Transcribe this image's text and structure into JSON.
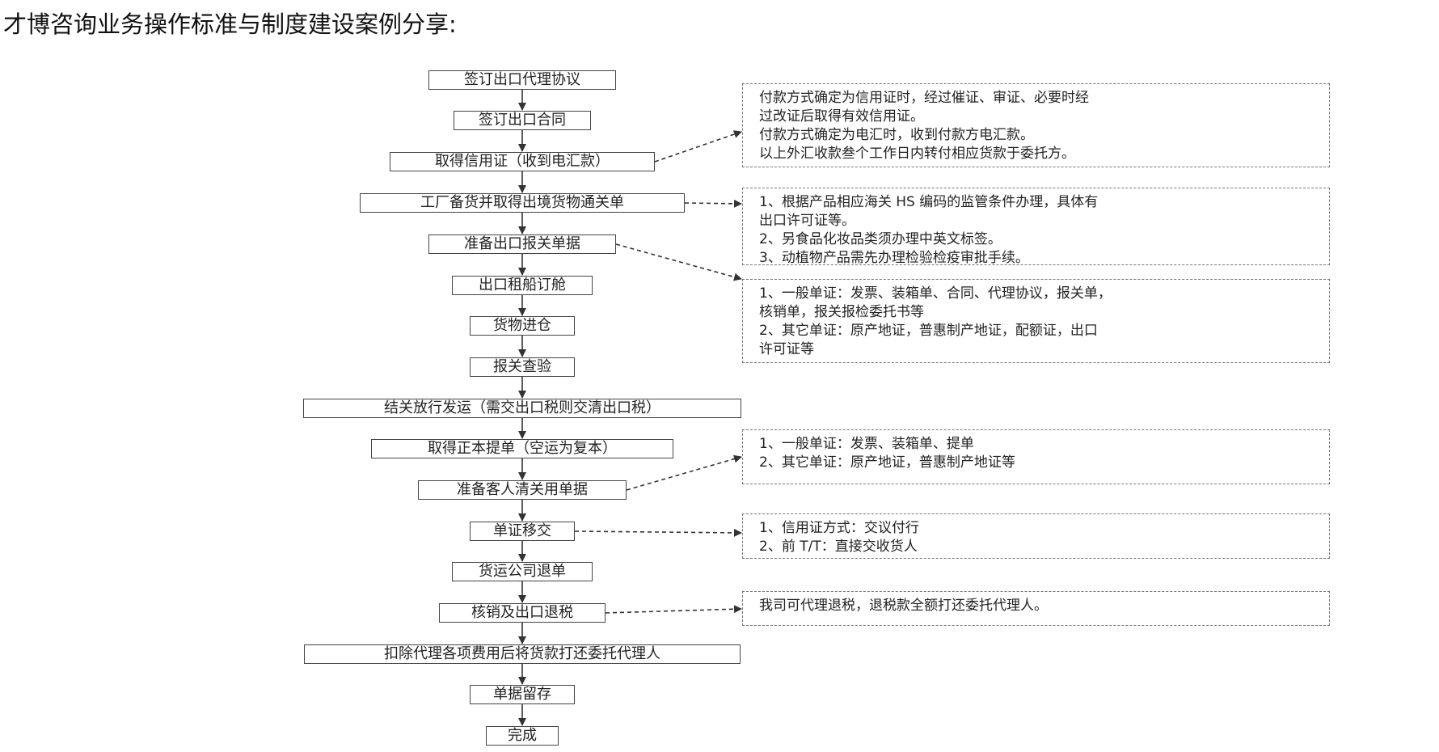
{
  "title": "才博咨询业务操作标准与制度建设案例分享:",
  "colors": {
    "line": "#333333",
    "box_border": "#444444",
    "note_border": "#777777"
  },
  "steps": [
    "签订出口代理协议",
    "签订出口合同",
    "取得信用证（收到电汇款）",
    "工厂备货并取得出境货物通关单",
    "准备出口报关单据",
    "出口租船订舱",
    "货物进仓",
    "报关查验",
    "结关放行发运（需交出口税则交清出口税）",
    "取得正本提单（空运为复本）",
    "准备客人清关用单据",
    "单证移交",
    "货运公司退单",
    "核销及出口退税",
    "扣除代理各项费用后将货款打还委托代理人",
    "单据留存",
    "完成"
  ],
  "notes": [
    {
      "from_step": 2,
      "lines": [
        "付款方式确定为信用证时，经过催证、审证、必要时经",
        "过改证后取得有效信用证。",
        "付款方式确定为电汇时，收到付款方电汇款。",
        "以上外汇收款叁个工作日内转付相应货款于委托方。"
      ]
    },
    {
      "from_step": 3,
      "lines": [
        "1、根据产品相应海关 HS 编码的监管条件办理，具体有",
        "出口许可证等。",
        "2、另食品化妆品类须办理中英文标签。",
        "3、动植物产品需先办理检验检疫审批手续。"
      ]
    },
    {
      "from_step": 4,
      "lines": [
        "1、一般单证：发票、装箱单、合同、代理协议，报关单，",
        "核销单，报关报检委托书等",
        "2、其它单证：原产地证，普惠制产地证，配额证，出口",
        "许可证等"
      ]
    },
    {
      "from_step": 10,
      "lines": [
        "1、一般单证：发票、装箱单、提单",
        "2、其它单证：原产地证，普惠制产地证等"
      ]
    },
    {
      "from_step": 11,
      "lines": [
        "1、信用证方式：交议付行",
        "2、前 T/T：直接交收货人"
      ]
    },
    {
      "from_step": 13,
      "lines": [
        "我司可代理退税，退税款全额打还委托代理人。"
      ]
    }
  ]
}
